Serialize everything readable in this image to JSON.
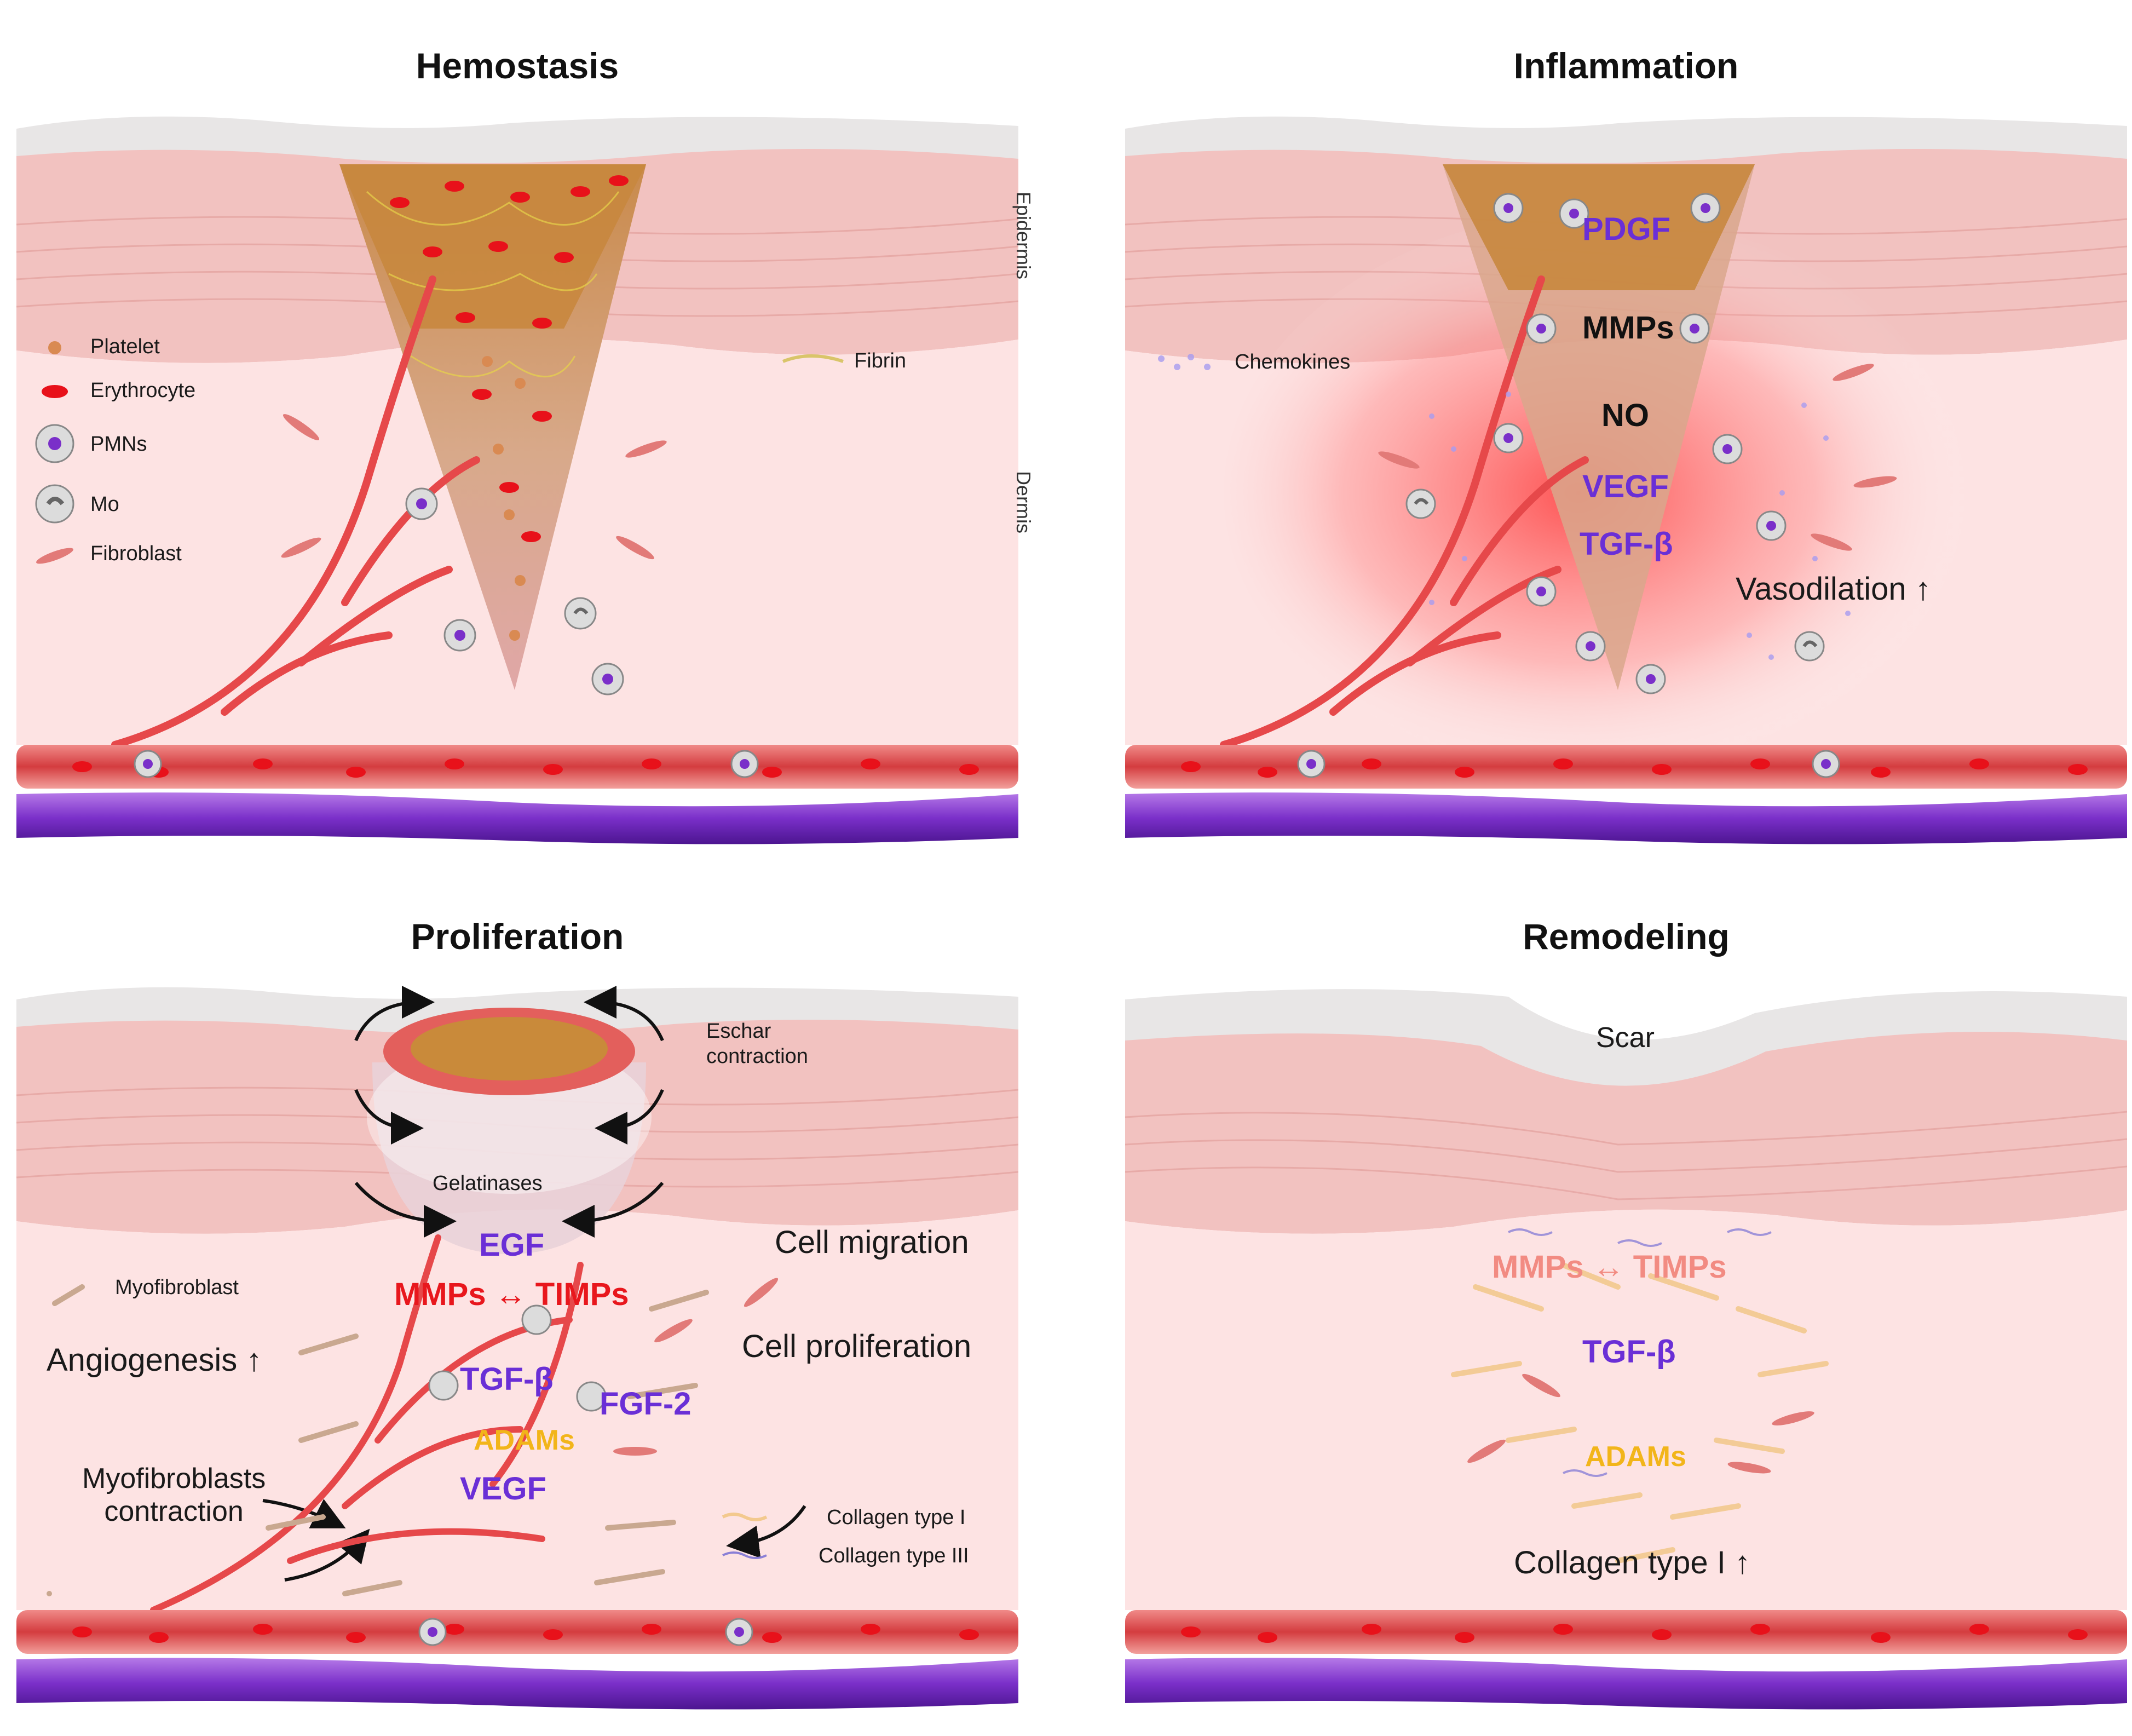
{
  "panels": {
    "hemostasis": {
      "title": "Hemostasis",
      "layers": {
        "epidermis": "Epidermis",
        "dermis": "Dermis"
      },
      "legend": [
        "Platelet",
        "Erythrocyte",
        "PMNs",
        "Mo",
        "Fibroblast"
      ],
      "fibrin": "Fibrin"
    },
    "inflammation": {
      "title": "Inflammation",
      "chemokines": "Chemokines",
      "molecules": [
        "PDGF",
        "MMPs",
        "NO",
        "VEGF",
        "TGF-β"
      ],
      "vasodilation": "Vasodilation ↑"
    },
    "proliferation": {
      "title": "Proliferation",
      "eschar": "Eschar\ncontraction",
      "gelatinases": "Gelatinases",
      "myofibroblast": "Myofibroblast",
      "angiogenesis": "Angiogenesis ↑",
      "myo_contraction": "Myofibroblasts\ncontraction",
      "cell_migration": "Cell migration",
      "cell_proliferation": "Cell proliferation",
      "molecules": {
        "egf": "EGF",
        "mmps_timps": "MMPs ↔ TIMPs",
        "tgfb": "TGF-β",
        "fgf2": "FGF-2",
        "adams": "ADAMs",
        "vegf": "VEGF"
      },
      "collagen1": "Collagen type I",
      "collagen3": "Collagen type III"
    },
    "remodeling": {
      "title": "Remodeling",
      "scar": "Scar",
      "molecules": {
        "mmps_timps": "MMPs ↔ TIMPs",
        "tgfb": "TGF-β",
        "adams": "ADAMs"
      },
      "collagen": "Collagen type I ↑"
    }
  },
  "colors": {
    "skin": "#f6d3d2",
    "epidermis": "#efb9b7",
    "dermis": "#fce4e4",
    "artery": "#e2484a",
    "vein": "#7a2fc9",
    "erythrocyte": "#e8111a",
    "molecule_purple": "#6a2fd6",
    "molecule_red": "#e8171d",
    "molecule_yellow": "#f2b51a",
    "molecule_salmon": "#f28b82"
  }
}
